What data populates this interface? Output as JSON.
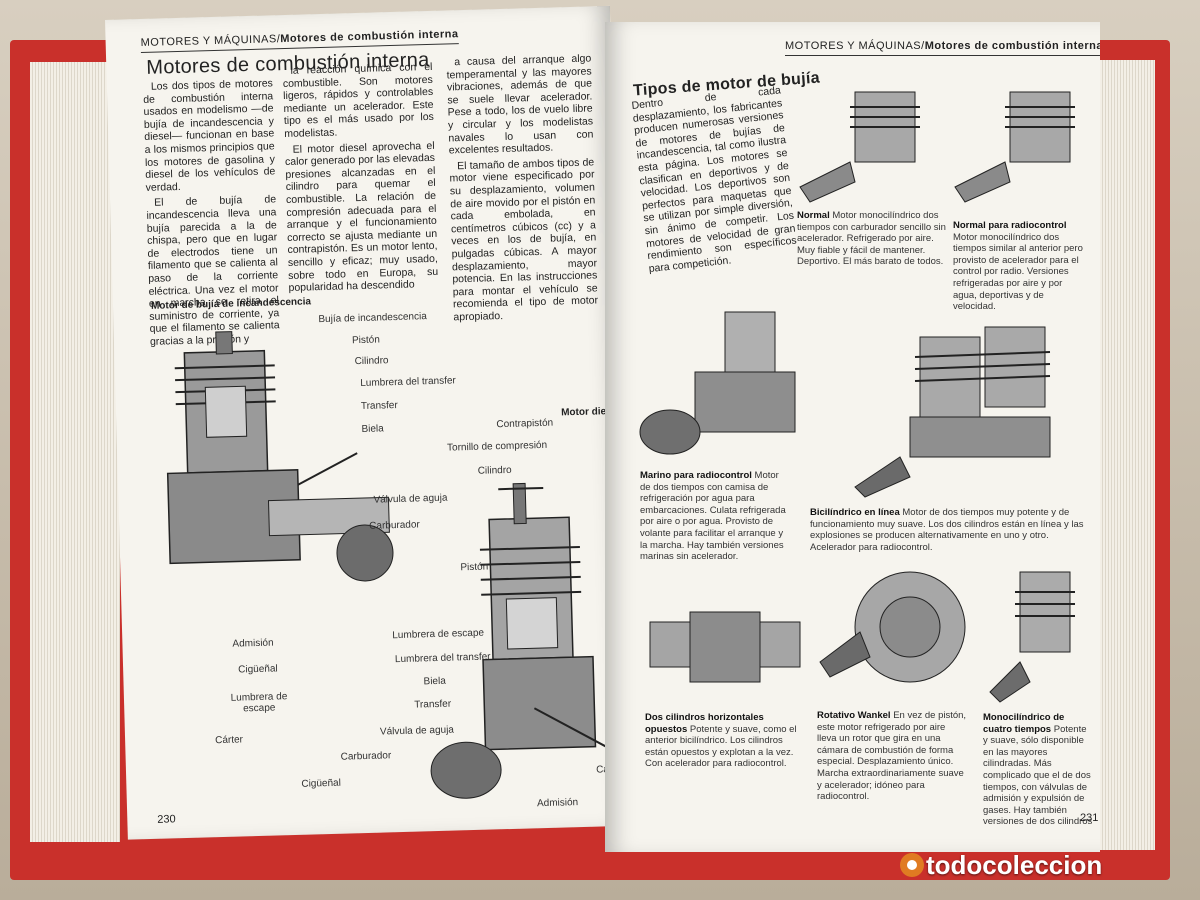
{
  "left_page": {
    "running_head_normal": "MOTORES Y MÁQUINAS/",
    "running_head_bold": "Motores de combustión interna",
    "section_title": "Motores de combustión interna",
    "col1": [
      "Los dos tipos de motores de combustión interna usados en modelismo —de bujía de incandescencia y diesel— funcionan en base a los mismos principios que los motores de gasolina y diesel de los vehículos de verdad.",
      "El de bujía de incandescencia lleva una bujía parecida a la de chispa, pero que en lugar de electrodos tiene un filamento que se calienta al paso de la corriente eléctrica. Una vez el motor en marcha se retira el suministro de corriente, ya que el filamento se calienta gracias a la presión y"
    ],
    "col2": [
      "la reacción química con el combustible. Son motores ligeros, rápidos y controlables mediante un acelerador. Este tipo es el más usado por los modelistas.",
      "El motor diesel aprovecha el calor generado por las elevadas presiones alcanzadas en el cilindro para quemar el combustible. La relación de compresión adecuada para el arranque y el funcionamiento correcto se ajusta mediante un contrapistón. Es un motor lento, sencillo y eficaz; muy usado, sobre todo en Europa, su popularidad ha descendido"
    ],
    "col3": [
      "a causa del arranque algo temperamental y las mayores vibraciones, además de que se suele llevar acelerador. Pese a todo, los de vuelo libre y circular y los modelistas navales lo usan con excelentes resultados.",
      "El tamaño de ambos tipos de motor viene especificado por su desplazamiento, volumen de aire movido por el pistón en cada embolada, en centímetros cúbicos (cc) y a veces en los de bujía, en pulgadas cúbicas. A mayor desplazamiento, mayor potencia. En las instrucciones para montar el vehículo se recomienda el tipo de motor apropiado."
    ],
    "fig1_title": "Motor de bujía de incandescencia",
    "fig1_labels": [
      "Bujía de incandescencia",
      "Pistón",
      "Cilindro",
      "Lumbrera del transfer",
      "Transfer",
      "Biela",
      "Válvula de aguja",
      "Carburador",
      "Admisión",
      "Cigüeñal",
      "Lumbrera de escape",
      "Cárter"
    ],
    "fig2_title": "Motor diesel",
    "fig2_labels": [
      "Contrapistón",
      "Tornillo de compresión",
      "Cilindro",
      "Pistón",
      "Lumbrera de escape",
      "Lumbrera del transfer",
      "Biela",
      "Transfer",
      "Válvula de aguja",
      "Carburador",
      "Cigüeñal",
      "Admisión",
      "Cárter"
    ],
    "page_number": "230"
  },
  "right_page": {
    "running_head_normal": "MOTORES Y MÁQUINAS/",
    "running_head_bold": "Motores de combustión interna",
    "section_title": "Tipos de motor de bujía",
    "intro": "Dentro de cada desplazamiento, los fabricantes producen numerosas versiones de motores de bujías de incandescencia, tal como ilustra esta página. Los motores se clasifican en deportivos y de velocidad. Los deportivos son perfectos para maquetas que se utilizan por simple diversión, sin ánimo de competir. Los motores de velocidad de gran rendimiento son específicos para competición.",
    "captions": [
      {
        "title": "Normal",
        "text": "Motor monocilíndrico dos tiempos con carburador sencillo sin acelerador. Refrigerado por aire. Muy fiable y fácil de mantener. Deportivo. El más barato de todos."
      },
      {
        "title": "Normal para radiocontrol",
        "text": "Motor monocilíndrico dos tiempos similar al anterior pero provisto de acelerador para el control por radio. Versiones refrigeradas por aire y por agua, deportivas y de velocidad."
      },
      {
        "title": "Marino para radiocontrol",
        "text": "Motor de dos tiempos con camisa de refrigeración por agua para embarcaciones. Culata refrigerada por aire o por agua. Provisto de volante para facilitar el arranque y la marcha. Hay también versiones marinas sin acelerador."
      },
      {
        "title": "Bicilíndrico en línea",
        "text": "Motor de dos tiempos muy potente y de funcionamiento muy suave. Los dos cilindros están en línea y las explosiones se producen alternativamente en uno y otro. Acelerador para radiocontrol."
      },
      {
        "title": "Dos cilindros horizontales opuestos",
        "text": "Potente y suave, como el anterior bicilíndrico. Los cilindros están opuestos y explotan a la vez. Con acelerador para radiocontrol."
      },
      {
        "title": "Rotativo Wankel",
        "text": "En vez de pistón, este motor refrigerado por aire lleva un rotor que gira en una cámara de combustión de forma especial. Desplazamiento único. Marcha extraordinariamente suave y acelerador; idóneo para radiocontrol."
      },
      {
        "title": "Monocilíndrico de cuatro tiempos",
        "text": "Potente y suave, sólo disponible en las mayores cilindradas. Más complicado que el de dos tiempos, con válvulas de admisión y expulsión de gases. Hay también versiones de dos cilindros"
      }
    ],
    "page_number": "231"
  },
  "watermark": "todocoleccion",
  "colors": {
    "cover": "#c9302b",
    "paper": "#f6f4ee",
    "ink": "#222222"
  }
}
